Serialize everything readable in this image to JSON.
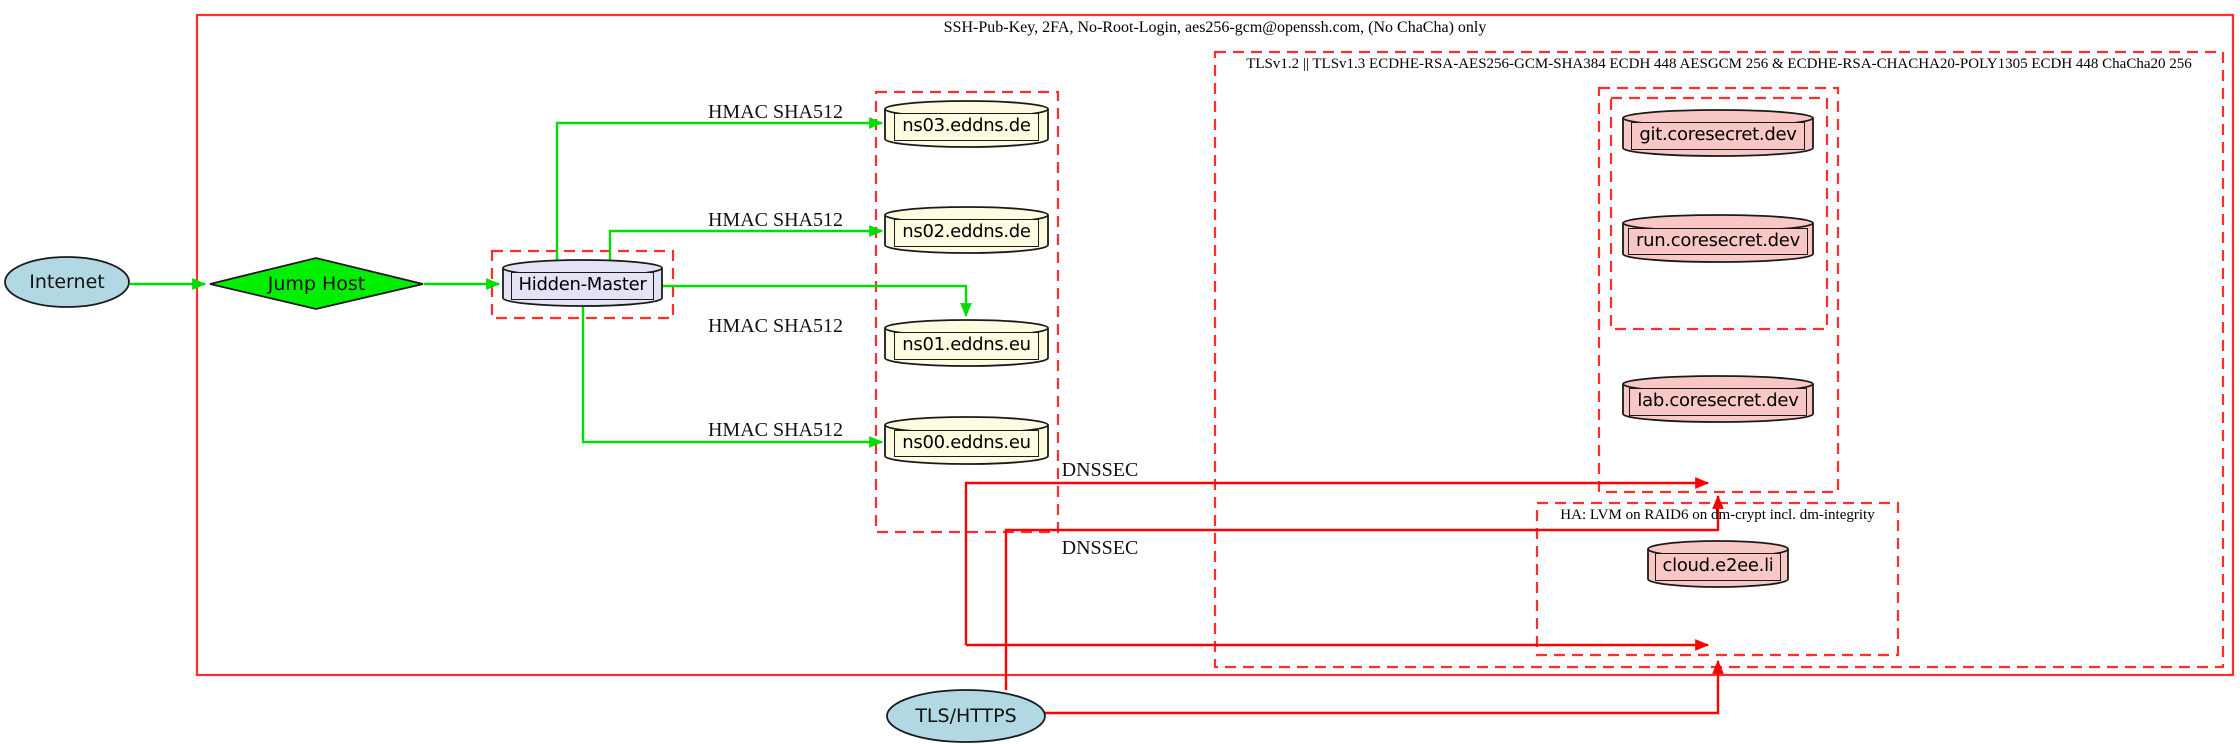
{
  "diagram": {
    "type": "network-security-architecture-graph",
    "clusters": {
      "ssh": {
        "label": "SSH-Pub-Key, 2FA, No-Root-Login, aes256-gcm@openssh.com, (No ChaCha) only"
      },
      "tls": {
        "label": "TLSv1.2 || TLSv1.3 ECDHE-RSA-AES256-GCM-SHA384 ECDH 448 AESGCM 256 & ECDHE-RSA-CHACHA20-POLY1305 ECDH 448 ChaCha20 256"
      },
      "ha": {
        "label": "HA: LVM on RAID6 on dm-crypt incl. dm-integrity"
      }
    },
    "nodes": {
      "internet": {
        "label": "Internet",
        "shape": "ellipse"
      },
      "jump_host": {
        "label": "Jump Host",
        "shape": "diamond"
      },
      "hidden_master": {
        "label": "Hidden-Master",
        "shape": "cylinder"
      },
      "ns03": {
        "label": "ns03.eddns.de",
        "shape": "cylinder"
      },
      "ns02": {
        "label": "ns02.eddns.de",
        "shape": "cylinder"
      },
      "ns01": {
        "label": "ns01.eddns.eu",
        "shape": "cylinder"
      },
      "ns00": {
        "label": "ns00.eddns.eu",
        "shape": "cylinder"
      },
      "git": {
        "label": "git.coresecret.dev",
        "shape": "cylinder"
      },
      "run": {
        "label": "run.coresecret.dev",
        "shape": "cylinder"
      },
      "lab": {
        "label": "lab.coresecret.dev",
        "shape": "cylinder"
      },
      "cloud": {
        "label": "cloud.e2ee.li",
        "shape": "cylinder"
      },
      "tls_https": {
        "label": "TLS/HTTPS",
        "shape": "ellipse"
      }
    },
    "edge_labels": {
      "hmac": "HMAC SHA512",
      "dnssec": "DNSSEC"
    },
    "colors": {
      "secure_green": "#00dd00",
      "jump_host_green": "#00ee00",
      "alert_red": "#ff0000",
      "cluster_red": "#ff2d2d",
      "endpoint_blue": "#b2d8e4",
      "dns_yellow": "#fdfce1",
      "master_lavender": "#e3e3f5",
      "service_pink": "#fac7c7"
    }
  }
}
